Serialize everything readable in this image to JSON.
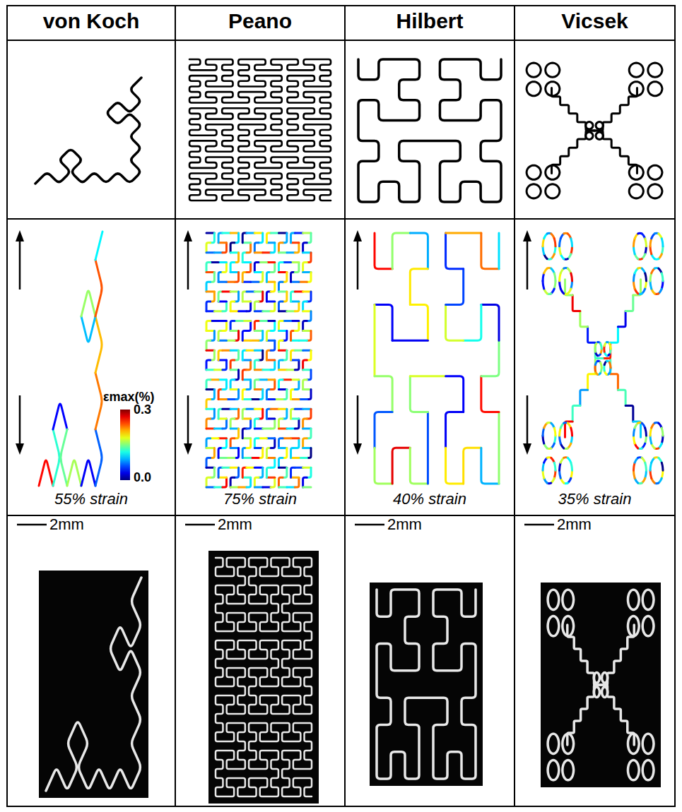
{
  "diagram": {
    "labels": [
      "von Koch",
      "Peano",
      "Hilbert",
      "Vicsek",
      "εmax(%)",
      "0.3",
      "0.0",
      "55% strain",
      "75% strain",
      "40% strain",
      "35% strain",
      "2mm",
      "2mm",
      "2mm",
      "2mm"
    ]
  }
}
